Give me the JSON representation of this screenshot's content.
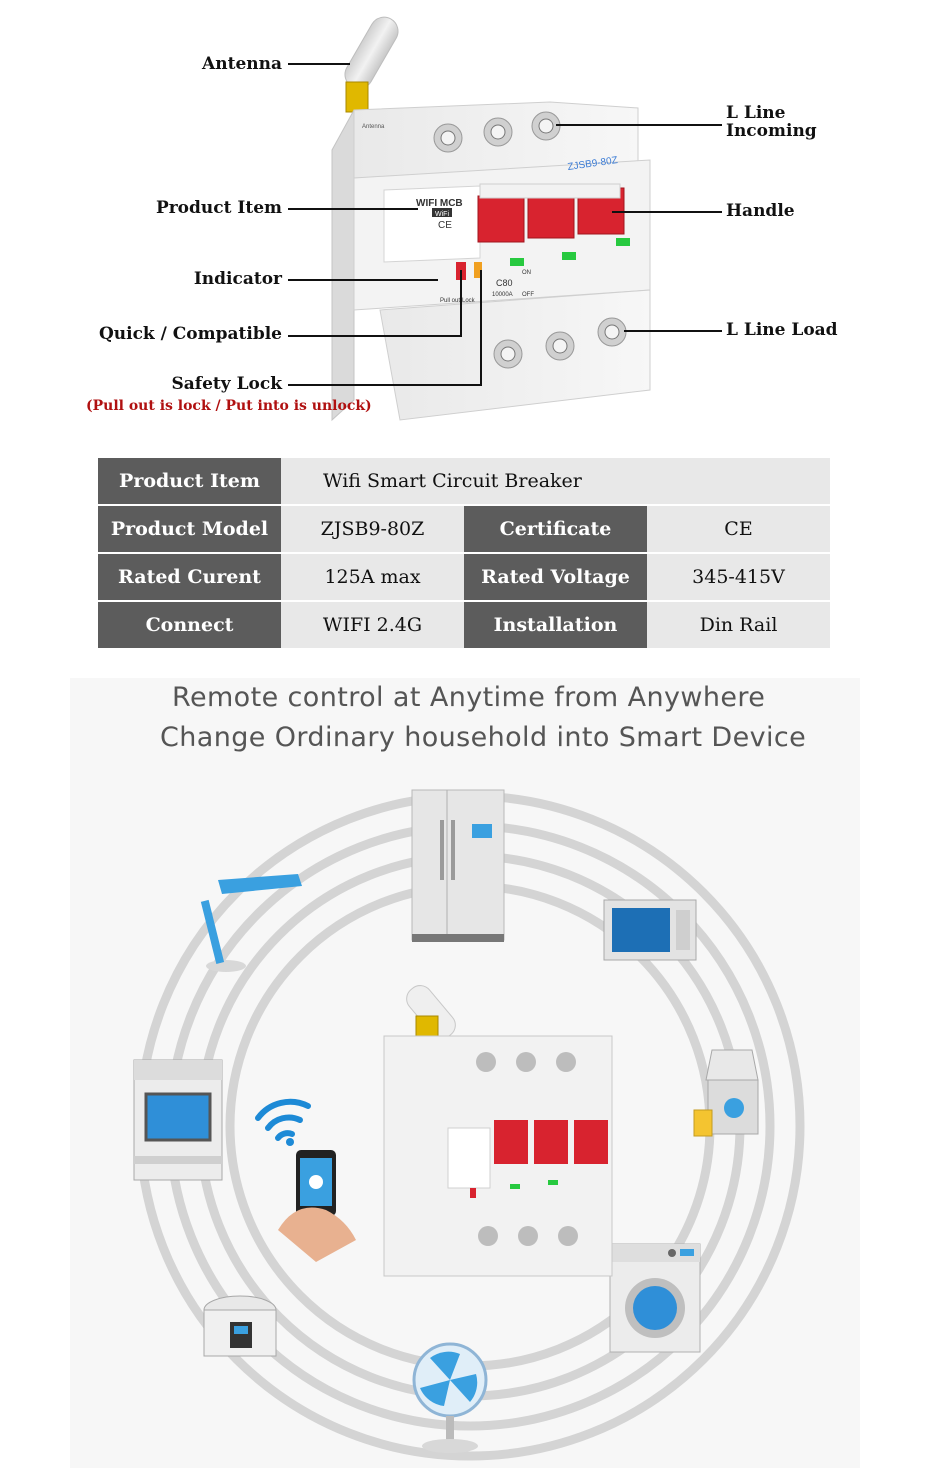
{
  "diagram": {
    "labels": {
      "antenna": "Antenna",
      "product_item": "Product Item",
      "indicator": "Indicator",
      "quick_compatible": "Quick / Compatible",
      "safety_lock": "Safety Lock",
      "safety_lock_note": "(Pull out is lock / Put into is unlock)",
      "l_line_incoming": "L Line Incoming",
      "handle": "Handle",
      "l_line_load": "L Line Load"
    },
    "device_marks": {
      "model": "ZJSB9-80Z",
      "wifi_mcb": "WIFI MCB",
      "antenna_tag": "Antenna",
      "ce": "CE",
      "rating": "C80",
      "breaking": "10000A",
      "pull_out": "Pull out-Lock",
      "on": "ON",
      "off": "OFF"
    }
  },
  "spec_table": {
    "rows": [
      {
        "k1": "Product Item",
        "v1": "Wifi Smart Circuit Breaker"
      },
      {
        "k1": "Product Model",
        "v1": "ZJSB9-80Z",
        "k2": "Certificate",
        "v2": "CE"
      },
      {
        "k1": "Rated Curent",
        "v1": "125A max",
        "k2": "Rated Voltage",
        "v2": "345-415V"
      },
      {
        "k1": "Connect",
        "v1": "WIFI 2.4G",
        "k2": "Installation",
        "v2": "Din Rail"
      }
    ]
  },
  "slogan": {
    "line1": "Remote control at Anytime from Anywhere",
    "line2": "Change Ordinary household into Smart Device"
  },
  "colors": {
    "handle_red": "#d8232f",
    "indicator_green": "#27c93f",
    "table_key_bg": "#5c5c5c",
    "table_val_bg": "#e8e8e8",
    "wifi_blue": "#1d8ad6",
    "screen_blue": "#3aa0e0"
  },
  "illustration": {
    "devices": [
      "refrigerator-icon",
      "microwave-icon",
      "juicer-icon",
      "washing-machine-icon",
      "fan-icon",
      "rice-cooker-icon",
      "oven-icon",
      "desk-lamp-icon",
      "phone-hand-icon",
      "wifi-icon",
      "breaker-icon"
    ]
  }
}
